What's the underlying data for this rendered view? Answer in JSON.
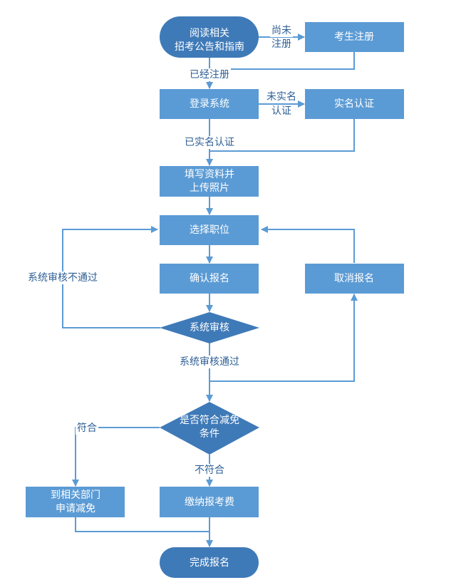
{
  "colors": {
    "box_fill": "#5b9bd5",
    "start_end_fill": "#3f7ab8",
    "decision_fill": "#3f7ab8",
    "line": "#5b9bd5",
    "node_text": "#ffffff",
    "edge_text": "#2e5f95"
  },
  "nodes": {
    "read_notice": [
      "阅读相关",
      "招考公告和指南"
    ],
    "register": "考生注册",
    "login": "登录系统",
    "real_name": "实名认证",
    "fill_info": [
      "填写资料并",
      "上传照片"
    ],
    "select_position": "选择职位",
    "confirm": "确认报名",
    "cancel": "取消报名",
    "system_review": "系统审核",
    "eligible": [
      "是否符合减免",
      "条件"
    ],
    "apply_relief": [
      "到相关部门",
      "申请减免"
    ],
    "pay_fee": "缴纳报考费",
    "complete": "完成报名"
  },
  "edges": {
    "not_registered": [
      "尚未",
      "注册"
    ],
    "already_registered": "已经注册",
    "not_verified": [
      "未实名",
      "认证"
    ],
    "already_verified": "已实名认证",
    "review_fail": "系统审核不通过",
    "review_pass": "系统审核通过",
    "qualified": "符合",
    "not_qualified": "不符合"
  }
}
